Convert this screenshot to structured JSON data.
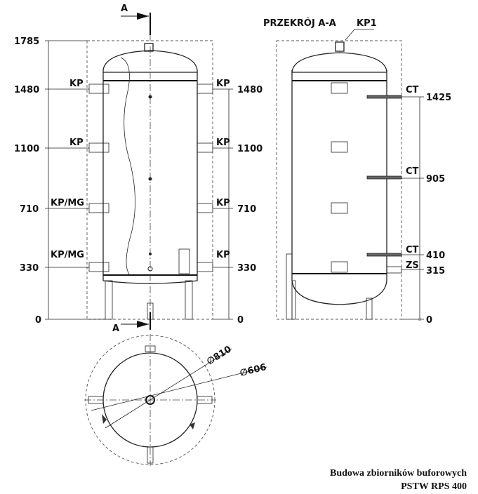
{
  "front_view": {
    "section_marker": "A",
    "left_dims": [
      "1785",
      "1480",
      "1100",
      "710",
      "330",
      "0"
    ],
    "right_dims": [
      "1480",
      "1100",
      "710",
      "330",
      "0"
    ],
    "left_labels": [
      "KP",
      "KP",
      "KP/MG",
      "KP/MG"
    ],
    "right_labels": [
      "KP",
      "KP",
      "KP",
      "KP"
    ]
  },
  "section_view": {
    "title": "PRZEKRÓJ A-A",
    "top_label": "KP1",
    "labels": [
      "CT",
      "CT",
      "CT",
      "ZS"
    ],
    "dims": [
      "1425",
      "905",
      "410",
      "315",
      "0"
    ]
  },
  "top_view": {
    "outer_diameter": "810",
    "inner_diameter": "606",
    "diameter_symbol": "∅"
  },
  "caption": {
    "line1": "Budowa zbiorników buforowych",
    "line2": "PSTW RPS 400"
  }
}
